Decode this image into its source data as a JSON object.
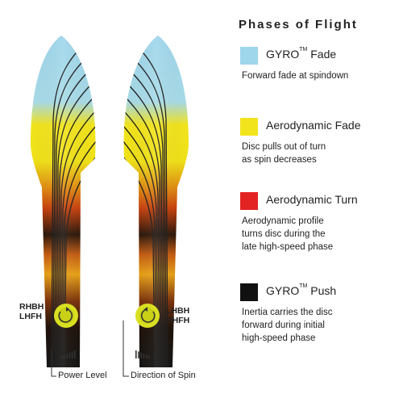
{
  "title": "Phases of Flight",
  "legend": [
    {
      "name": "GYRO",
      "mark": "TM",
      "suffix": " Fade",
      "color": "#9fd6ec",
      "lines": [
        "Forward fade at spindown"
      ]
    },
    {
      "name": "Aerodynamic Fade",
      "mark": "",
      "suffix": "",
      "color": "#f2e41c",
      "lines": [
        "Disc pulls out of turn",
        "as spin decreases"
      ]
    },
    {
      "name": "Aerodynamic Turn",
      "mark": "",
      "suffix": "",
      "color": "#e32222",
      "lines": [
        "Aerodynamic profile",
        "turns disc during the",
        "late high-speed phase"
      ]
    },
    {
      "name": "GYRO",
      "mark": "TM",
      "suffix": " Push",
      "color": "#111111",
      "lines": [
        "Inertia carries the disc",
        "forward during initial",
        "high-speed phase"
      ]
    }
  ],
  "left_throw": {
    "lines": [
      "RHBH",
      "LHFH"
    ]
  },
  "right_throw": {
    "lines": [
      "LHBH",
      "RHFH"
    ]
  },
  "labels": {
    "power": "Power Level",
    "spin": "Direction of Spin"
  },
  "colors": {
    "gyro_fade": "#9fd6ec",
    "aero_fade": "#f2e41c",
    "aero_turn": "#e32222",
    "gyro_push": "#111111",
    "knob": "#d9e021"
  }
}
